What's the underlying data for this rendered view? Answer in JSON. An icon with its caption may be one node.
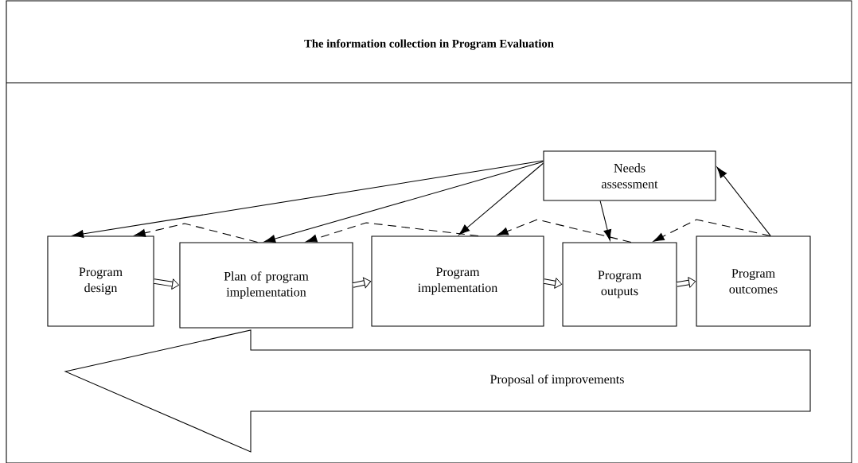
{
  "diagram": {
    "title": "The information collection in Program Evaluation",
    "nodes": [
      {
        "text": [
          "Needs assessment"
        ]
      },
      {
        "text": [
          "Program design"
        ]
      },
      {
        "text": [
          "Plan of program implementation"
        ]
      },
      {
        "text": [
          "Program implementation"
        ]
      },
      {
        "text": [
          "Program outputs"
        ]
      },
      {
        "text": [
          "Program outcomes"
        ]
      },
      {
        "text": [
          "Proposal of improvements"
        ]
      }
    ],
    "edges": [
      {
        "from": 0,
        "to": 1,
        "arrow": "to"
      },
      {
        "from": 0,
        "to": 2,
        "arrow": "to"
      },
      {
        "from": 0,
        "to": 3,
        "arrow": "to"
      },
      {
        "from": 0,
        "to": 4,
        "arrow": "to"
      },
      {
        "from": 5,
        "to": 0,
        "arrow": "to"
      },
      {
        "from": 1,
        "to": 2,
        "arrow": "to",
        "style": "thick"
      },
      {
        "from": 2,
        "to": 3,
        "arrow": "to",
        "style": "thick"
      },
      {
        "from": 3,
        "to": 4,
        "arrow": "to",
        "style": "thick"
      },
      {
        "from": 4,
        "to": 5,
        "arrow": "to",
        "style": "thick"
      },
      {
        "from": 2,
        "to": 1,
        "arrow": "to",
        "style": "dashed"
      },
      {
        "from": 3,
        "to": 2,
        "arrow": "to",
        "style": "dashed"
      },
      {
        "from": 4,
        "to": 3,
        "arrow": "to",
        "style": "dashed"
      },
      {
        "from": 5,
        "to": 4,
        "arrow": "to",
        "style": "dashed"
      }
    ]
  }
}
